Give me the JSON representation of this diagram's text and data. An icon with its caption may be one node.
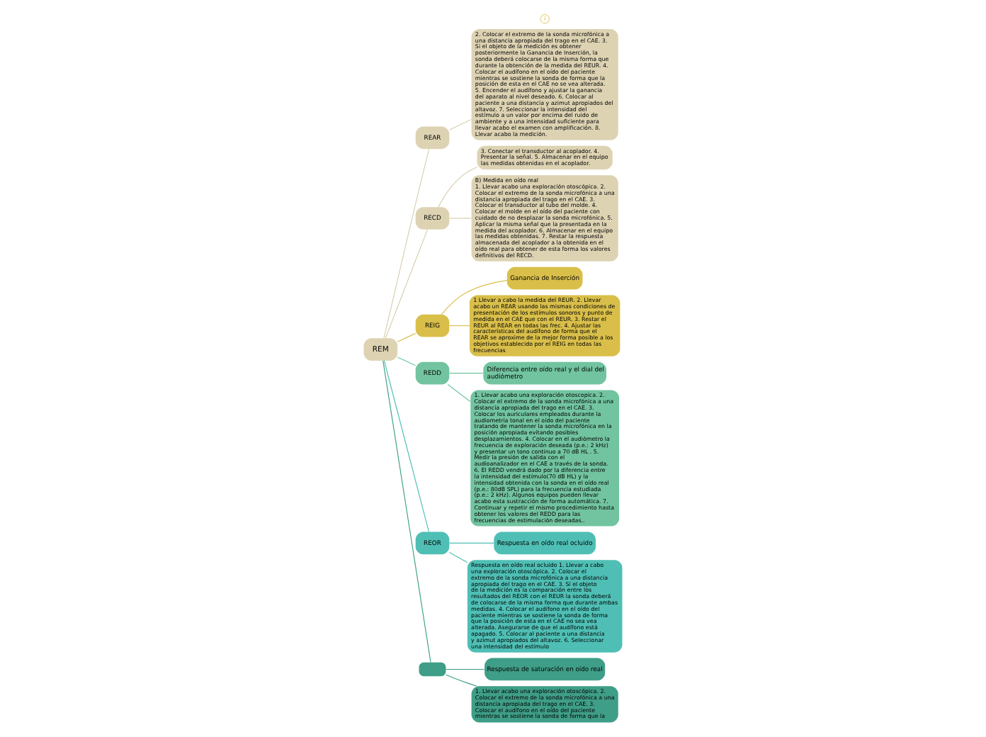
{
  "diagram": {
    "nodes": [
      {
        "text": [
          "REM"
        ]
      },
      {
        "text": [
          "REAR"
        ]
      },
      {
        "text": [
          "2. Colocar el extremo de la sonda microfónica a una distancia apropiada del trago en el CAE. 3. Si el objeto de la medición es obtener posteriormente la Ganancia de Inserción, la sonda deberá colocarse de la misma forma que durante la obtención de la medida del REUR. 4. Colocar el audífono en el oído del paciente mientras se sostiene la sonda de forma que la posición de esta en el CAE no se vea alterada. 5. Encender el audífono y ajustar la ganancia del aparato al nivel deseado. 6. Colocar al paciente a una distancia y azimut apropiados del altavoz. 7. Seleccionar la intensidad del estímulo a un valor por encima del ruido de ambiente y a una intensidad suficiente para llevar acabo el examen con amplificación. 8. Llevar acabo la medición."
        ]
      },
      {
        "text": [
          "RECD"
        ]
      },
      {
        "text": [
          "3. Conectar el transductor al acoplador. 4. Presentar la señal. 5. Almacenar en el equipo las medidas obtenidas en el acoplador."
        ]
      },
      {
        "text": [
          "B) Medida en oído real",
          "1. Llevar acabo una exploración otoscópica. 2. Colocar el extremo de la sonda microfónica a una distancia apropiada del trago en el CAE. 3. Colocar el transductor al tubo del molde. 4. Colocar el molde en el oído del paciente con cuidado de no desplazar la sonda microfónica. 5. Aplicar la misma señal que la presentada en la medida del acoplador. 6. Almacenar en el equipo las medidas obtenidas. 7. Restar la respuesta almacenada del acoplador a la obtenida en el oído real para obtener de esta forma los valores definitivos del RECD."
        ]
      },
      {
        "text": [
          "REIG"
        ]
      },
      {
        "text": [
          "Ganancia de Inserción"
        ]
      },
      {
        "text": [
          "1 Llevar a cabo la medida del REUR. 2. Llevar acabo un REAR usando las mismas condiciones de presentación de los estímulos sonoros y punto de medida en el CAE que con el REUR. 3. Restar el REUR al REAR en todas las frec. 4. Ajustar las características del audífono de forma que el REAR se aproxime de la mejor forma posible a los objetivos establecido por el REIG en todas las frecuencias"
        ]
      },
      {
        "text": [
          "REDD"
        ]
      },
      {
        "text": [
          "Diferencia entre oído real y el dial del audiómetro"
        ]
      },
      {
        "text": [
          "1. Llevar acabo una exploración otoscopica. 2. Colocar el extremo de la sonda microfónica a una distancia apropiada del trago en el CAE. 3. Colocar los auriculares empleados durante la audiometría tonal en el oído del paciente tratando de mantener la sonda microfónica en la posición apropiada evitando posibles desplazamientos. 4. Colocar en el audiómetro la frecuencia de exploración deseada (p.e.: 2 kHz) y presentar un tono continuo a 70 dB HL . 5. Medir la presión de salida con el audioanalizador en el CAE a través de la sonda. 6. El REDD vendrá dado por la diferencia entre la intensidad del estímulo(70 dB HL) y la intensidad obtenida con la sonda en el oído real (p.e.: 80dB SPL) para la frecuencia estudiada (p.e.: 2 kHz). Algunos equipos pueden llevar acabo esta sustracción de forma automática. 7. Continuar y repetir el mismo procedimiento hasta obtener los valores del REDD para las frecuencias de estimulación deseadas.."
        ]
      },
      {
        "text": [
          "REOR"
        ]
      },
      {
        "text": [
          "Respuesta en oído real ocluido"
        ]
      },
      {
        "text": [
          "Respuesta en oído real ocluido 1. Llevar a cabo una exploración otoscópica. 2. Colocar el extremo de la sonda microfónica a una distancia apropiada del trago en el CAE. 3. Sí el objeto de la medición es la comparación entre los resultados del REOR con el REUR la sonda deberá de colocarse de la misma forma que durante ambas medidas. 4. Colocar el audífono en el oído del paciente mientras se sostiene la sonda de forma que la posición de esta en el CAE no sea vea alterada. Asegurarse de que el audífono está apagado. 5. Colocar al paciente a una distancia y azimut apropiados del altavoz. 6. Seleccionar una intensidad del estímulo"
        ]
      },
      {
        "text": [],
        "shape": "box"
      },
      {
        "text": [
          "Respuesta de saturación en oído real"
        ]
      },
      {
        "text": [
          "1. Llevar acabo una exploración otoscópica. 2. Colocar el extremo de la sonda microfónica a una distancia apropiada del trago en el CAE. 3. Colocar el audífono en el oído del paciente mientras se sostiene la sonda de forma que la"
        ]
      }
    ],
    "edges": [
      {
        "from": 0,
        "to": 1,
        "arrow": "none",
        "color": "#d8cfae"
      },
      {
        "from": 1,
        "to": 2,
        "arrow": "none",
        "color": "#d8cfae"
      },
      {
        "from": 0,
        "to": 3,
        "arrow": "none",
        "color": "#d8cfae"
      },
      {
        "from": 3,
        "to": 4,
        "arrow": "none",
        "color": "#d8cfae"
      },
      {
        "from": 3,
        "to": 5,
        "arrow": "none",
        "color": "#d8cfae"
      },
      {
        "from": 0,
        "to": 6,
        "arrow": "none",
        "color": "#d9bf4a"
      },
      {
        "from": 6,
        "to": 7,
        "arrow": "none",
        "color": "#d9bf4a"
      },
      {
        "from": 6,
        "to": 8,
        "arrow": "none",
        "color": "#d9bf4a"
      },
      {
        "from": 0,
        "to": 9,
        "arrow": "none",
        "color": "#6fc49f"
      },
      {
        "from": 9,
        "to": 10,
        "arrow": "none",
        "color": "#6fc49f"
      },
      {
        "from": 9,
        "to": 11,
        "arrow": "none",
        "color": "#6fc49f"
      },
      {
        "from": 0,
        "to": 12,
        "arrow": "none",
        "color": "#4fbfb5"
      },
      {
        "from": 12,
        "to": 13,
        "arrow": "none",
        "color": "#4fbfb5"
      },
      {
        "from": 12,
        "to": 14,
        "arrow": "none",
        "color": "#4fbfb5"
      },
      {
        "from": 0,
        "to": 15,
        "arrow": "none",
        "color": "#3a9e86"
      },
      {
        "from": 15,
        "to": 16,
        "arrow": "none",
        "color": "#3a9e86"
      },
      {
        "from": 15,
        "to": 17,
        "arrow": "none",
        "color": "#3a9e86"
      }
    ],
    "labels": [
      "1"
    ]
  }
}
